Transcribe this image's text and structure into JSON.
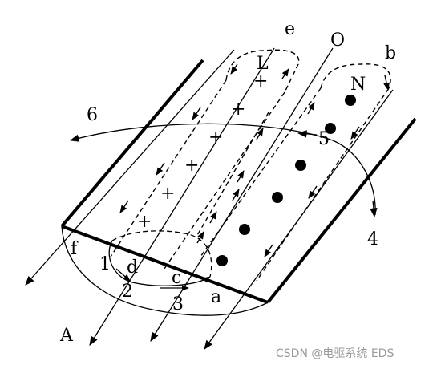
{
  "diagram": {
    "labels": {
      "e": "e",
      "O": "O",
      "b": "b",
      "L": "L",
      "N": "N",
      "six": "6",
      "five": "5",
      "four": "4",
      "f": "f",
      "one": "1",
      "d": "d",
      "c": "c",
      "two": "2",
      "three": "3",
      "a": "a",
      "A": "A"
    },
    "cross_symbol": "+",
    "watermark": "CSDN @电驱系统 EDS"
  }
}
